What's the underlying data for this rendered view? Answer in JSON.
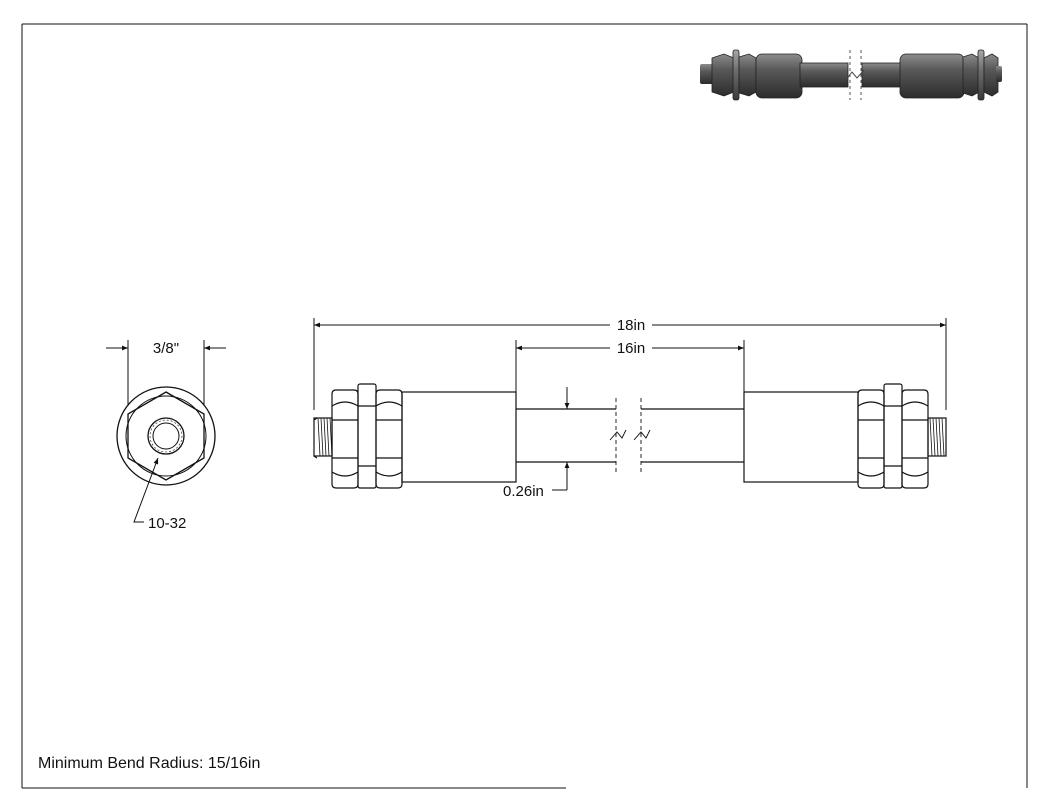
{
  "drawing": {
    "end_view": {
      "width_dimension": "3/8\"",
      "thread_callout": "10-32"
    },
    "side_view": {
      "overall_length": "18in",
      "hose_length": "16in",
      "hose_diameter": "0.26in"
    },
    "note": "Minimum Bend Radius: 15/16in"
  },
  "colors": {
    "line": "#111111",
    "dimension_line": "#333333",
    "iso_dark": "#3a3a3a",
    "iso_mid": "#6a6a6a",
    "iso_light": "#9a9a9a"
  }
}
